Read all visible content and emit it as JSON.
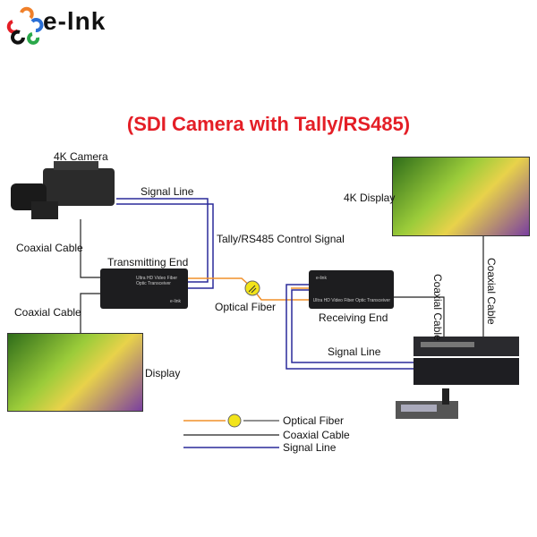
{
  "logo": {
    "text": "e-lnk",
    "colors": [
      "#f0802a",
      "#2a6fd6",
      "#e41e26",
      "#2aa84a",
      "#111111"
    ]
  },
  "title": "(SDI Camera with Tally/RS485)",
  "labels": {
    "camera": "4K Camera",
    "signal_line_top": "Signal Line",
    "tally": "Tally/RS485 Control Signal",
    "coax_cam": "Coaxial Cable",
    "transmitting_end": "Transmitting End",
    "coax_display": "Coaxial Cable",
    "optical_fiber": "Optical Fiber",
    "display": "Display",
    "display_4k": "4K Display",
    "receiving_end": "Receiving End",
    "coax_rx": "Coaxial Cable",
    "coax_4k": "Coaxial Cable",
    "signal_line_rx": "Signal Line"
  },
  "device_text": {
    "tx": "Ultra HD Video Fiber Optic Transceiver",
    "rx": "Ultra HD Video Fiber Optic Transceiver",
    "brand": "e-link"
  },
  "legend": [
    {
      "label": "Optical Fiber",
      "color": "#f0902a"
    },
    {
      "label": "Coaxial Cable",
      "color": "#222222"
    },
    {
      "label": "Signal Line",
      "color": "#2a2a9a"
    }
  ]
}
